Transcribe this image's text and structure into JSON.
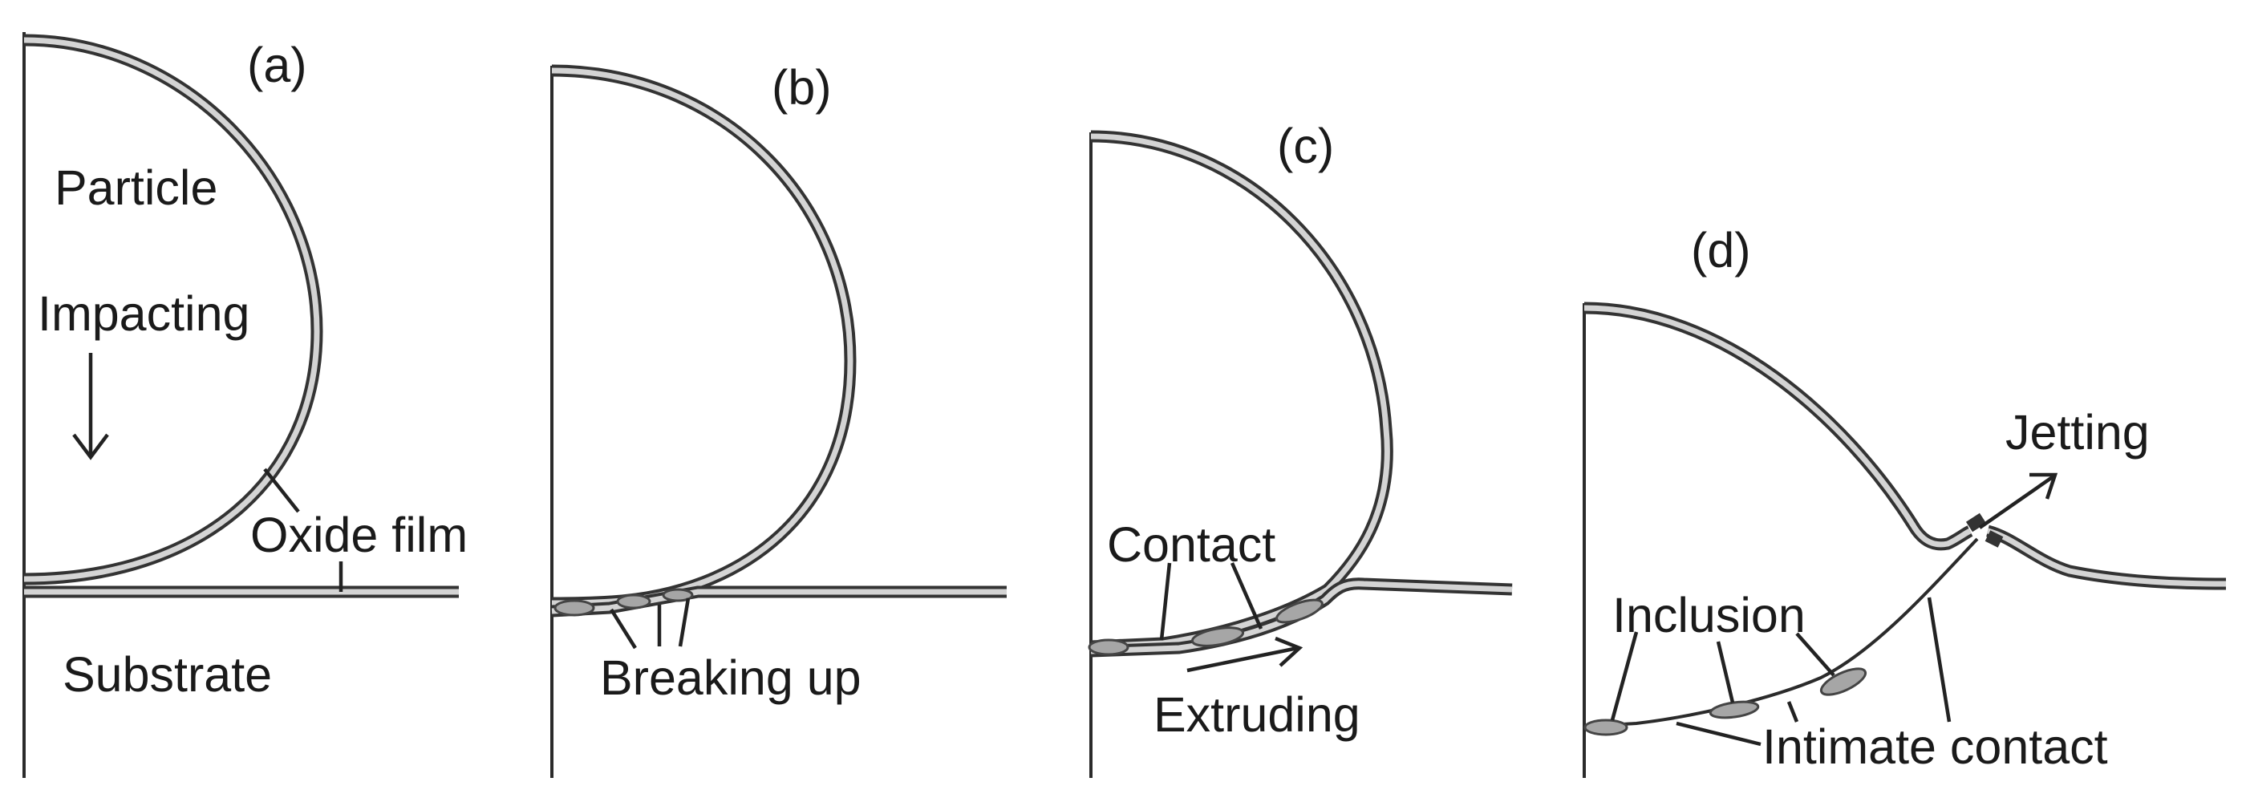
{
  "panels": {
    "a": {
      "label": "(a)",
      "particle": "Particle",
      "impacting": "Impacting",
      "oxide_film": "Oxide film",
      "substrate": "Substrate"
    },
    "b": {
      "label": "(b)",
      "breaking_up": "Breaking up"
    },
    "c": {
      "label": "(c)",
      "contact": "Contact",
      "extruding": "Extruding"
    },
    "d": {
      "label": "(d)",
      "jetting": "Jetting",
      "inclusion": "Inclusion",
      "intimate_contact": "Intimate contact"
    }
  },
  "colors": {
    "ink": "#1a1a1a",
    "oxide_film_outline": "#333333",
    "oxide_film_fill": "#d4d4d4",
    "inclusion_fill": "#a6a6a6",
    "background": "#ffffff"
  }
}
